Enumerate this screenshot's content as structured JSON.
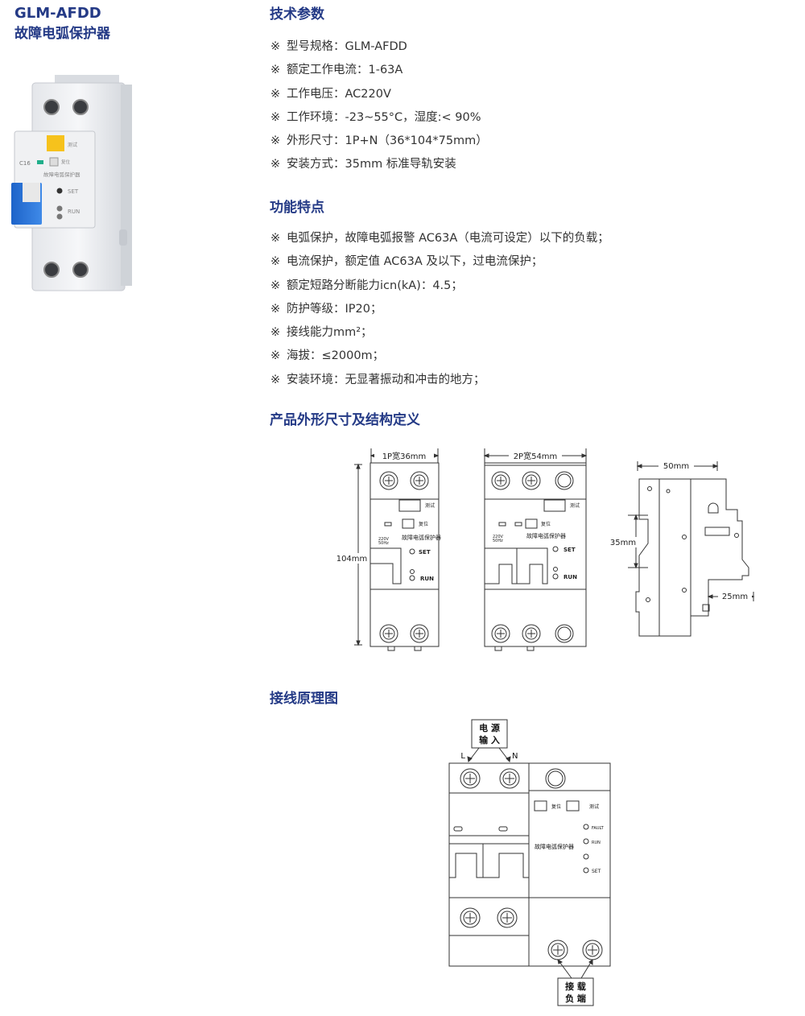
{
  "product": {
    "code": "GLM-AFDD",
    "name": "故障电弧保护器"
  },
  "product_photo": {
    "rating": "C16",
    "test_label": "测试",
    "reset_label": "复位",
    "name_label": "故障电弧保护器",
    "set_label": "SET",
    "run_label": "RUN"
  },
  "bullet": "※",
  "tech": {
    "title": "技术参数",
    "items": [
      "型号规格：GLM-AFDD",
      "额定工作电流：1-63A",
      "工作电压：AC220V",
      "工作环境：-23~55°C，湿度:< 90%",
      "外形尺寸：1P+N（36*104*75mm）",
      "安装方式：35mm 标准导轨安装"
    ]
  },
  "features": {
    "title": "功能特点",
    "items": [
      "电弧保护，故障电弧报警 AC63A（电流可设定）以下的负载；",
      "电流保护，额定值 AC63A 及以下，过电流保护；",
      "额定短路分断能力icn(kA)：4.5；",
      "防护等级：IP20；",
      "接线能力mm²；",
      "海拔：≤2000m；",
      "安装环境：无显著振动和冲击的地方；"
    ]
  },
  "dims": {
    "title": "产品外形尺寸及结构定义",
    "d1_width": "1P宽36mm",
    "d2_width": "2P宽54mm",
    "height": "104mm",
    "side_width": "50mm",
    "rail": "35mm",
    "depth": "25mm",
    "test": "测试",
    "reset": "复位",
    "name": "故障电弧保护器",
    "voltage": "220V",
    "freq": "50Hz",
    "set": "SET",
    "run": "RUN"
  },
  "wiring": {
    "title": "接线原理图",
    "input_line1": "电 源",
    "input_line2": "输 入",
    "L": "L",
    "N": "N",
    "reset": "复位",
    "test": "测试",
    "fault": "FAULT",
    "run": "RUN",
    "set": "SET",
    "name": "故障电弧保护器",
    "load_line1": "接 载",
    "load_line2": "负 端"
  }
}
